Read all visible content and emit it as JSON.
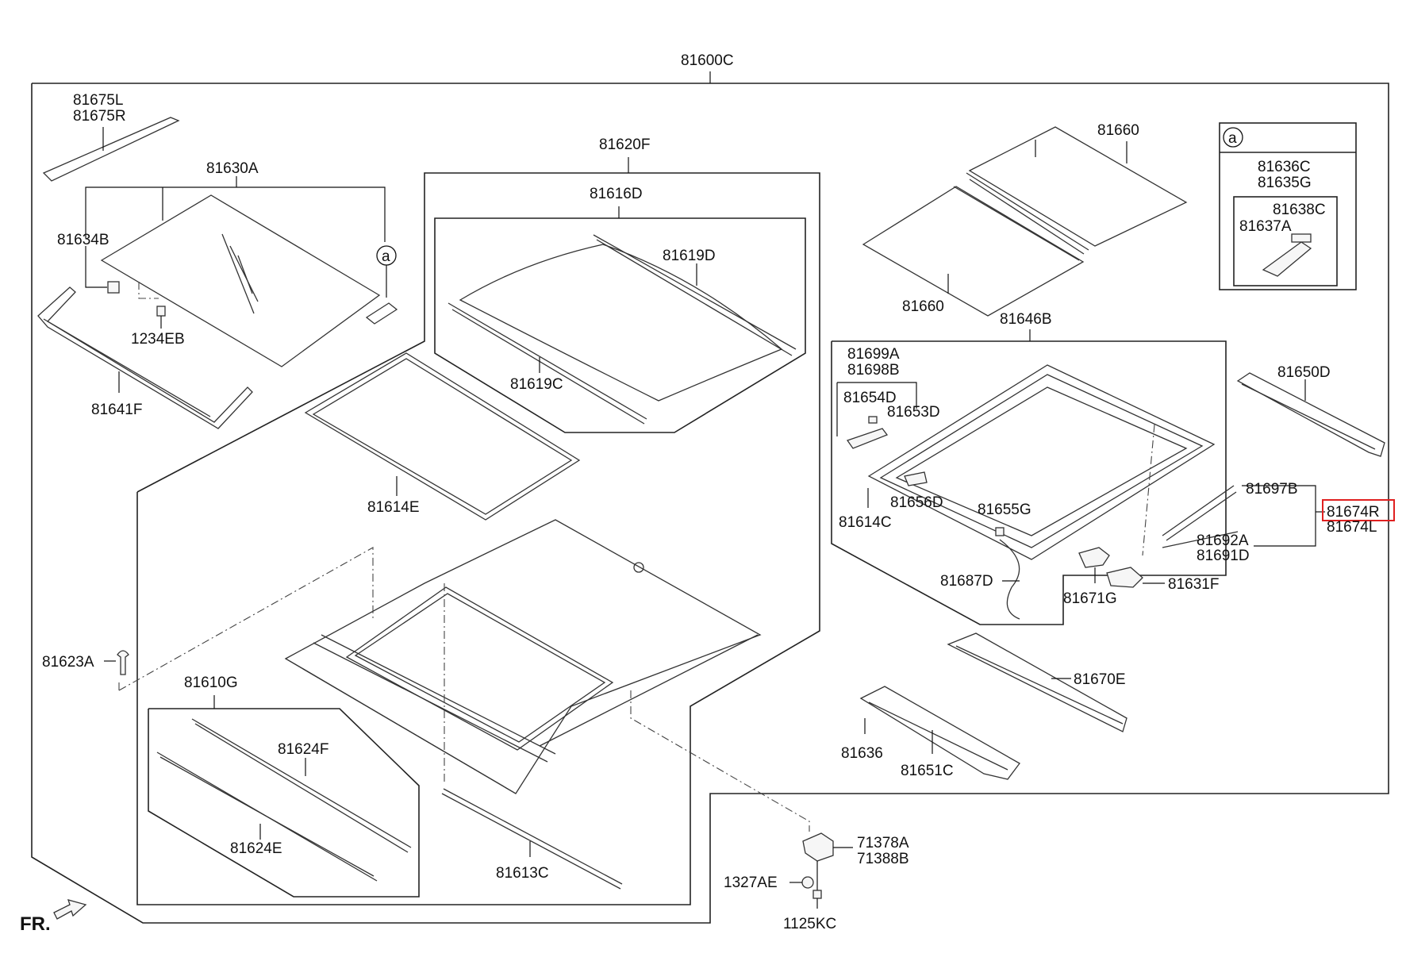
{
  "diagram": {
    "assembly": "81600C",
    "highlight": {
      "color": "#e02020",
      "part": "81674R"
    },
    "detail_marker": "a",
    "front_label": "FR.",
    "labels": {
      "p81675L": "81675L",
      "p81675R": "81675R",
      "p81630A": "81630A",
      "p81634B": "81634B",
      "p1234EB": "1234EB",
      "p81641F": "81641F",
      "p81620F": "81620F",
      "p81616D": "81616D",
      "p81619D": "81619D",
      "p81619C": "81619C",
      "p81614E": "81614E",
      "p81660a": "81660",
      "p81660b": "81660",
      "p81636C": "81636C",
      "p81635G": "81635G",
      "p81638C": "81638C",
      "p81637A": "81637A",
      "p81646B": "81646B",
      "p81699A": "81699A",
      "p81698B": "81698B",
      "p81654D": "81654D",
      "p81653D": "81653D",
      "p81656D": "81656D",
      "p81614C": "81614C",
      "p81655G": "81655G",
      "p81687D": "81687D",
      "p81671G": "81671G",
      "p81631F": "81631F",
      "p81650D": "81650D",
      "p81697B": "81697B",
      "p81674R": "81674R",
      "p81674L": "81674L",
      "p81692A": "81692A",
      "p81691D": "81691D",
      "p81623A": "81623A",
      "p81610G": "81610G",
      "p81624F": "81624F",
      "p81624E": "81624E",
      "p81613C": "81613C",
      "p81670E": "81670E",
      "p81636": "81636",
      "p81651C": "81651C",
      "p71378A": "71378A",
      "p71388B": "71388B",
      "p1327AE": "1327AE",
      "p1125KC": "1125KC"
    }
  }
}
